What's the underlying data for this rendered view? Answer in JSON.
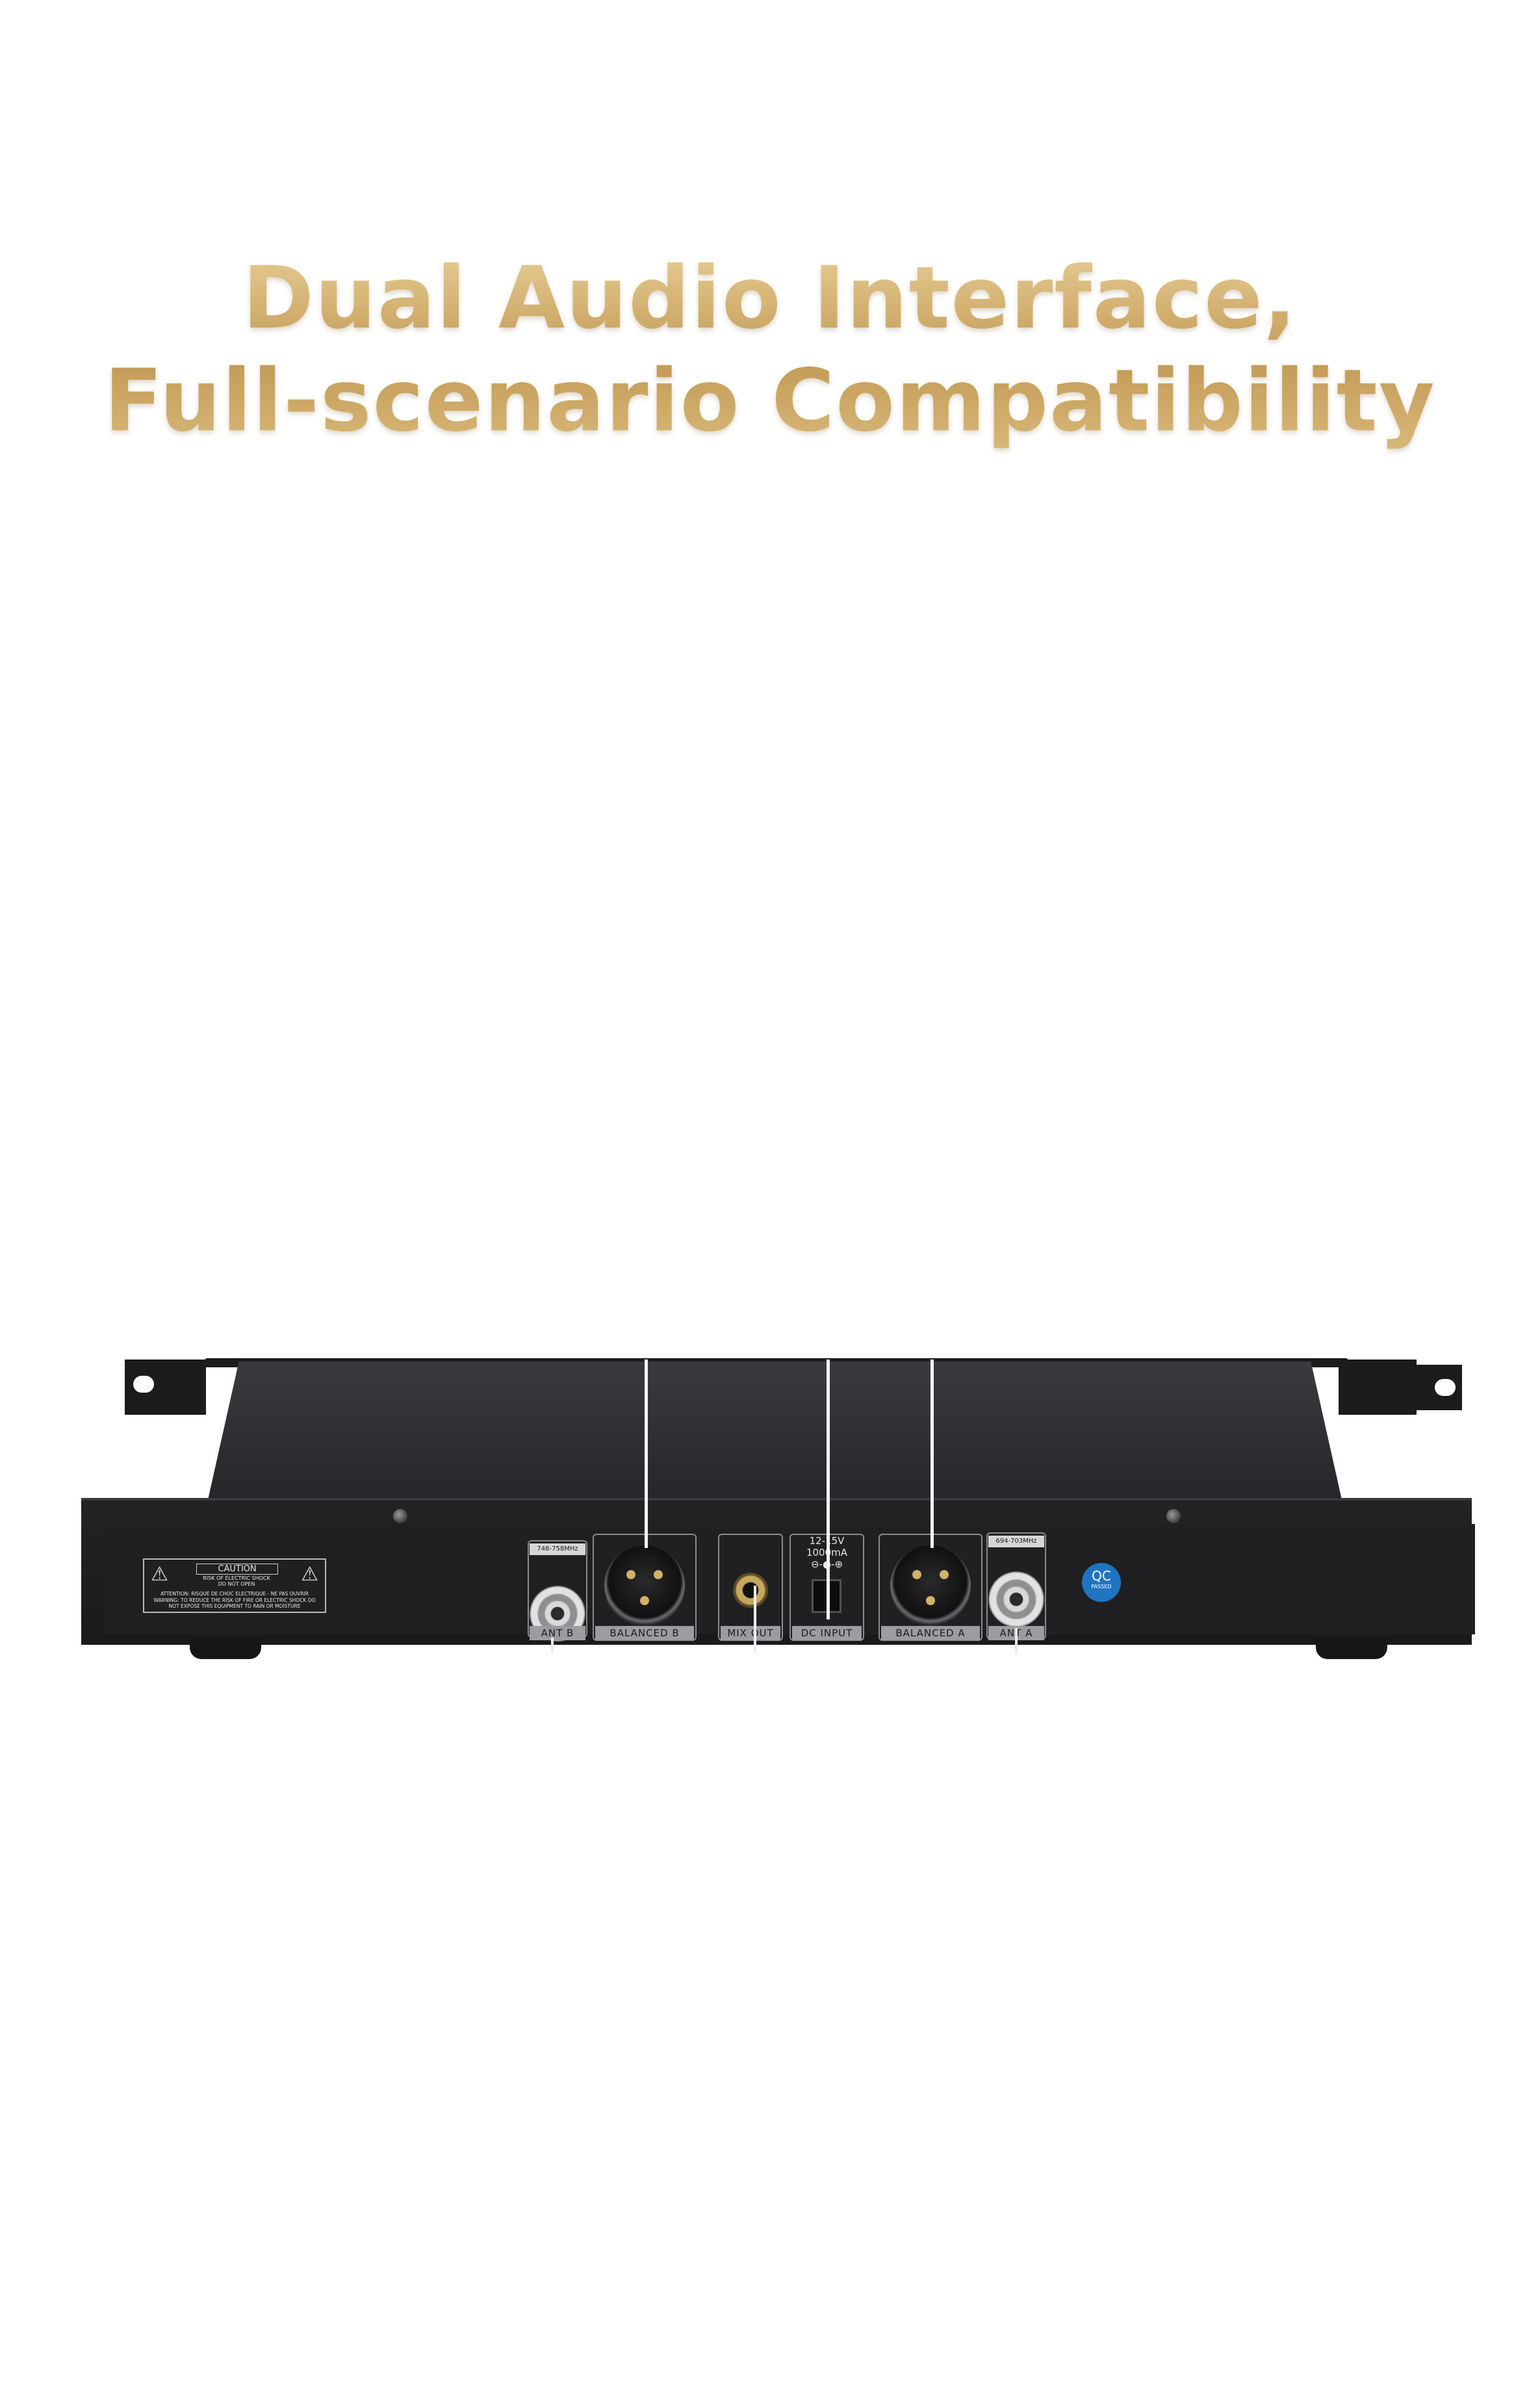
{
  "headline": {
    "line1": "Dual Audio Interface,",
    "line2": "Full-scenario Compatibility"
  },
  "colors": {
    "headline_gold": "#c9a869",
    "device_black": "#1a1a1c",
    "label_gray": "#9b9ca0",
    "qc_blue": "#1f74c0"
  },
  "device": {
    "caution": {
      "title": "CAUTION",
      "subtitle_1": "RISK OF ELECTRIC SHOCK",
      "subtitle_2": "DO NOT OPEN",
      "attention": "ATTENTION: RISQUE DE CHOC ELECTRIQUE - NE PAS OUVRIR",
      "warning": "WARNING: TO REDUCE THE RISK OF FIRE OR ELECTRIC SHOCK DO NOT EXPOSE THIS EQUIPMENT TO RAIN OR MOISTURE"
    },
    "ports": {
      "ant_b": {
        "freq": "748-758MHz",
        "label": "ANT B"
      },
      "balanced_b": {
        "label": "BALANCED B"
      },
      "mix_out": {
        "label": "MIX OUT"
      },
      "dc_input": {
        "rating_1": "12-15V",
        "rating_2": "1000mA",
        "polarity": "⊖-◐-⊕",
        "label": "DC INPUT"
      },
      "balanced_a": {
        "label": "BALANCED A"
      },
      "ant_a": {
        "freq": "694-703MHz",
        "label": "ANT A"
      }
    },
    "qc_badge": {
      "line1": "QC",
      "line2": "PASSED"
    }
  }
}
